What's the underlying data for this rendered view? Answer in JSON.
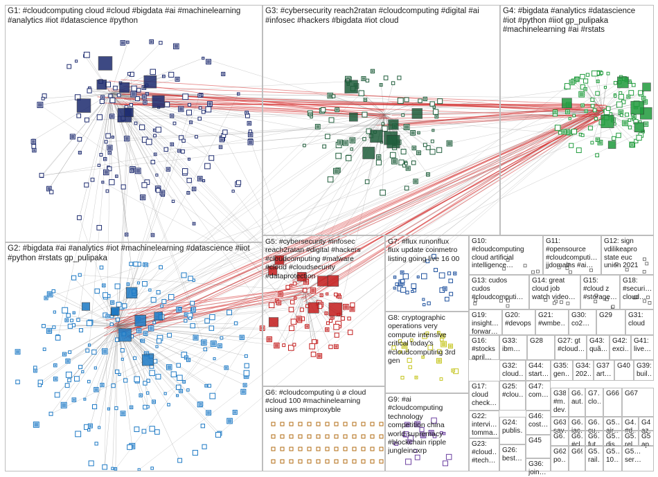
{
  "groups": [
    {
      "id": "G1",
      "label": "G1: #cloudcomputing cloud #cloud #bigdata #ai #machinelearning\n#analytics #iot #datascience #python",
      "color": "#1c2a6e"
    },
    {
      "id": "G2",
      "label": "G2: #bigdata #ai #analytics #iot #machinelearning #datascience #iiot\n#python #rstats gp_pulipaka",
      "color": "#1b78c4"
    },
    {
      "id": "G3",
      "label": "G3: #cybersecurity reach2ratan #cloudcomputing #digital #ai\n#infosec #hackers #bigdata #iot cloud",
      "color": "#1e5c3a"
    },
    {
      "id": "G4",
      "label": "G4: #bigdata #analytics #datascience\n#iot #python #iiot gp_pulipaka\n#machinelearning #ai #rstats",
      "color": "#1f9b3c"
    },
    {
      "id": "G5",
      "label": "G5: #cybersecurity #infosec\nreach2ratan #digital #hackers\n#cloudcomputing #malware\n#cloud #cloudsecurity\n#dataprotection",
      "color": "#c21b1b"
    },
    {
      "id": "G6",
      "label": "G6: #cloudcomputing ù ø cloud\n#cloud 100 #machinelearning\nusing aws mimproxyble",
      "color": "#b06a0f"
    },
    {
      "id": "G7",
      "label": "G7: #flux runonflux\nflux update coinmetro\nlisting going live 16 00",
      "color": "#1c4f9c"
    },
    {
      "id": "G8",
      "label": "G8: cryptographic\noperations very\ncompute intensive\ncritical today's\n#cloudcomputing 3rd\ngen",
      "color": "#c4c41b"
    },
    {
      "id": "G9",
      "label": "G9: #ai\n#cloudcomputing\ntechnology\ncompetition china\nworld supremacy\n#blockchain ripple\njungleincxrp",
      "color": "#6b3fa0"
    },
    {
      "id": "G10",
      "label": "G10:\n#cloudcomputing\ncloud artificial\nintelligence…",
      "color": "#7a7a7a"
    },
    {
      "id": "G11",
      "label": "G11:\n#opensource\n#cloudcomputi…\njjdomains #ai…",
      "color": "#7a7a7a"
    },
    {
      "id": "G12",
      "label": "G12: sign\nvdilikeapro\nstate euc\nunion 2021",
      "color": "#7a7a7a"
    },
    {
      "id": "G13",
      "label": "G13: cudos\ncudos\n#cloudcomputi…",
      "color": "#7a7a7a"
    },
    {
      "id": "G14",
      "label": "G14: great\ncloud job\nwatch video…",
      "color": "#7a7a7a"
    },
    {
      "id": "G15",
      "label": "G15:\n#cloud z\n#storage…",
      "color": "#7a7a7a"
    },
    {
      "id": "G18",
      "label": "G18:\n#securi…\ncloud…",
      "color": "#7a7a7a"
    },
    {
      "id": "G19",
      "label": "G19:\ninsight…\nforwar…",
      "color": "#7a7a7a"
    },
    {
      "id": "G20",
      "label": "G20:\n#devops",
      "color": "#7a7a7a"
    },
    {
      "id": "G21",
      "label": "G21:\n#wmbe…",
      "color": "#7a7a7a"
    },
    {
      "id": "G30",
      "label": "G30:\nco2…",
      "color": "#7a7a7a"
    },
    {
      "id": "G29",
      "label": "G29",
      "color": "#7a7a7a"
    },
    {
      "id": "G31",
      "label": "G31:\ncloud",
      "color": "#7a7a7a"
    },
    {
      "id": "G16",
      "label": "G16:\n#stocks\napril…",
      "color": "#7a7a7a"
    },
    {
      "id": "G33",
      "label": "G33:\nibm…",
      "color": "#7a7a7a"
    },
    {
      "id": "G28",
      "label": "G28",
      "color": "#7a7a7a"
    },
    {
      "id": "G27",
      "label": "G27: gt\n#cloud…",
      "color": "#7a7a7a"
    },
    {
      "id": "G43",
      "label": "G43:\nquã…",
      "color": "#7a7a7a"
    },
    {
      "id": "G42",
      "label": "G42:\nexci…",
      "color": "#7a7a7a"
    },
    {
      "id": "G41",
      "label": "G41:\nlive…",
      "color": "#7a7a7a"
    },
    {
      "id": "G32",
      "label": "G32:\ncloud…",
      "color": "#7a7a7a"
    },
    {
      "id": "G44",
      "label": "G44:\nstart…",
      "color": "#7a7a7a"
    },
    {
      "id": "G35",
      "label": "G35:\ngen…",
      "color": "#7a7a7a"
    },
    {
      "id": "G34",
      "label": "G34:\n202…",
      "color": "#7a7a7a"
    },
    {
      "id": "G37",
      "label": "G37\nart…",
      "color": "#7a7a7a"
    },
    {
      "id": "G40",
      "label": "G40",
      "color": "#7a7a7a"
    },
    {
      "id": "G39",
      "label": "G39:\nbuil…",
      "color": "#7a7a7a"
    },
    {
      "id": "G17",
      "label": "G17:\ncloud\ncheck…",
      "color": "#7a7a7a"
    },
    {
      "id": "G25",
      "label": "G25:\n#clou…",
      "color": "#7a7a7a"
    },
    {
      "id": "G47",
      "label": "G47:\ncom…",
      "color": "#7a7a7a"
    },
    {
      "id": "G38",
      "label": "G38:\n#m…\ndev…",
      "color": "#7a7a7a"
    },
    {
      "id": "G6a",
      "label": "G6…\naut…",
      "color": "#7a7a7a"
    },
    {
      "id": "G7a",
      "label": "G7…\nclo…",
      "color": "#7a7a7a"
    },
    {
      "id": "G66",
      "label": "G66",
      "color": "#7a7a7a"
    },
    {
      "id": "G67",
      "label": "G67",
      "color": "#7a7a7a"
    },
    {
      "id": "G22",
      "label": "G22:\nintervi…\ntomma…",
      "color": "#7a7a7a"
    },
    {
      "id": "G24",
      "label": "G24:\npublis…",
      "color": "#7a7a7a"
    },
    {
      "id": "G46",
      "label": "G46:\ncost…",
      "color": "#7a7a7a"
    },
    {
      "id": "G63",
      "label": "G63:\nsav…",
      "color": "#7a7a7a"
    },
    {
      "id": "G6b",
      "label": "G6…\niac…",
      "color": "#7a7a7a"
    },
    {
      "id": "G6c",
      "label": "G6…\ncu…",
      "color": "#7a7a7a"
    },
    {
      "id": "G5a",
      "label": "G5…\nair…",
      "color": "#7a7a7a"
    },
    {
      "id": "G4a",
      "label": "G4…\n#d…",
      "color": "#7a7a7a"
    },
    {
      "id": "G4b",
      "label": "G4…\naz…",
      "color": "#7a7a7a"
    },
    {
      "id": "G23",
      "label": "G23:\n#cloud…\n#tech…",
      "color": "#7a7a7a"
    },
    {
      "id": "G26",
      "label": "G26:\nbest…",
      "color": "#7a7a7a"
    },
    {
      "id": "G45",
      "label": "G45",
      "color": "#7a7a7a"
    },
    {
      "id": "G6d",
      "label": "G6…",
      "color": "#7a7a7a"
    },
    {
      "id": "G6e",
      "label": "G6…\n#cl…",
      "color": "#7a7a7a"
    },
    {
      "id": "G6f",
      "label": "G6…\nfut…",
      "color": "#7a7a7a"
    },
    {
      "id": "G5b",
      "label": "G5…\ndis…",
      "color": "#7a7a7a"
    },
    {
      "id": "G5c",
      "label": "G5…\nrel…",
      "color": "#7a7a7a"
    },
    {
      "id": "G5d",
      "label": "G5…\nap…",
      "color": "#7a7a7a"
    },
    {
      "id": "G36",
      "label": "G36:\njoin…",
      "color": "#7a7a7a"
    },
    {
      "id": "G62",
      "label": "G62:\npo…",
      "color": "#7a7a7a"
    },
    {
      "id": "G69",
      "label": "G69",
      "color": "#7a7a7a"
    },
    {
      "id": "G5e",
      "label": "G5…\nrail…",
      "color": "#7a7a7a"
    },
    {
      "id": "G5f",
      "label": "G5…\n10…",
      "color": "#7a7a7a"
    },
    {
      "id": "G5g",
      "label": "G5…\nser…",
      "color": "#7a7a7a"
    }
  ],
  "edge_colors": {
    "intra": "#7d7d7d",
    "inter": "#d42a2a"
  }
}
